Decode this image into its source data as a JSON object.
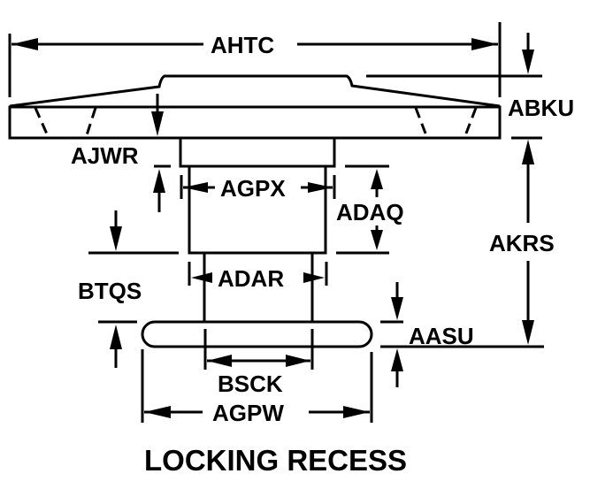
{
  "diagram": {
    "title": "LOCKING RECESS",
    "labels": {
      "overall_width": "AHTC",
      "flange_thickness": "ABKU",
      "shoulder_offset": "AJWR",
      "upper_neck_width": "AGPX",
      "upper_neck_height": "ADAQ",
      "lower_neck_width": "ADAR",
      "overall_height": "AKRS",
      "recess_offset": "BTQS",
      "slot_thickness": "AASU",
      "slot_inner_width": "BSCK",
      "slot_overall_width": "AGPW"
    },
    "line_color": "#000000",
    "background_color": "#ffffff"
  }
}
